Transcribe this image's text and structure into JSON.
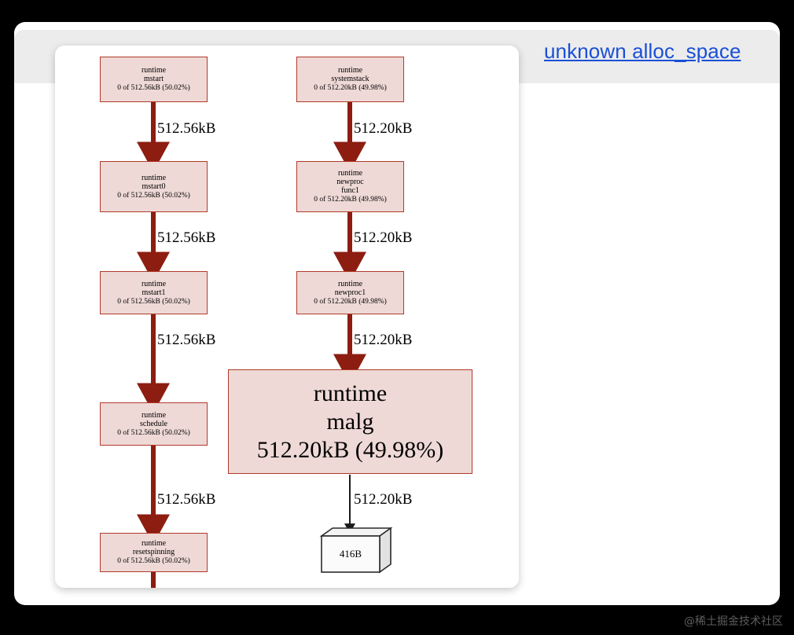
{
  "page": {
    "background_color": "#000000",
    "card_color": "#ffffff",
    "header_band_color": "#ececec"
  },
  "header": {
    "link_label": "unknown alloc_space",
    "link_color": "#1a4fd6"
  },
  "watermark": {
    "text": "@稀土掘金技术社区"
  },
  "graph": {
    "type": "call-graph",
    "node_fill": "#eed9d6",
    "node_border": "#b03a2a",
    "edge_color": "#8c1d10",
    "leaf_edge_color": "#1b1b1b",
    "nodes": [
      {
        "id": "mstart",
        "l1": "runtime",
        "l2": "mstart",
        "stat": "0 of 512.56kB (50.02%)",
        "shape": "box",
        "size": "small"
      },
      {
        "id": "mstart0",
        "l1": "runtime",
        "l2": "mstart0",
        "stat": "0 of 512.56kB (50.02%)",
        "shape": "box",
        "size": "small"
      },
      {
        "id": "mstart1",
        "l1": "runtime",
        "l2": "mstart1",
        "stat": "0 of 512.56kB (50.02%)",
        "shape": "box",
        "size": "small"
      },
      {
        "id": "schedule",
        "l1": "runtime",
        "l2": "schedule",
        "stat": "0 of 512.56kB (50.02%)",
        "shape": "box",
        "size": "small"
      },
      {
        "id": "resetspinning",
        "l1": "runtime",
        "l2": "resetspinning",
        "stat": "0 of 512.56kB (50.02%)",
        "shape": "box",
        "size": "small"
      },
      {
        "id": "systemstack",
        "l1": "runtime",
        "l2": "systemstack",
        "stat": "0 of 512.20kB (49.98%)",
        "shape": "box",
        "size": "small"
      },
      {
        "id": "newprocfunc1",
        "l1": "runtime",
        "l2": "newproc",
        "l3": "func1",
        "stat": "0 of 512.20kB (49.98%)",
        "shape": "box",
        "size": "small"
      },
      {
        "id": "newproc1",
        "l1": "runtime",
        "l2": "newproc1",
        "stat": "0 of 512.20kB (49.98%)",
        "shape": "box",
        "size": "small"
      },
      {
        "id": "malg",
        "l1": "runtime",
        "l2": "malg",
        "stat": "512.20kB (49.98%)",
        "shape": "box",
        "size": "big"
      },
      {
        "id": "leaf416",
        "label": "416B",
        "shape": "box3d",
        "size": "leaf"
      }
    ],
    "edges": [
      {
        "from": "mstart",
        "to": "mstart0",
        "label": "512.56kB",
        "weight": "heavy"
      },
      {
        "from": "mstart0",
        "to": "mstart1",
        "label": "512.56kB",
        "weight": "heavy"
      },
      {
        "from": "mstart1",
        "to": "schedule",
        "label": "512.56kB",
        "weight": "heavy"
      },
      {
        "from": "schedule",
        "to": "resetspinning",
        "label": "512.56kB",
        "weight": "heavy"
      },
      {
        "from": "resetspinning",
        "to": "(clipped)",
        "label": "",
        "weight": "heavy"
      },
      {
        "from": "systemstack",
        "to": "newprocfunc1",
        "label": "512.20kB",
        "weight": "heavy"
      },
      {
        "from": "newprocfunc1",
        "to": "newproc1",
        "label": "512.20kB",
        "weight": "heavy"
      },
      {
        "from": "newproc1",
        "to": "malg",
        "label": "512.20kB",
        "weight": "heavy"
      },
      {
        "from": "malg",
        "to": "leaf416",
        "label": "512.20kB",
        "weight": "light"
      }
    ]
  }
}
